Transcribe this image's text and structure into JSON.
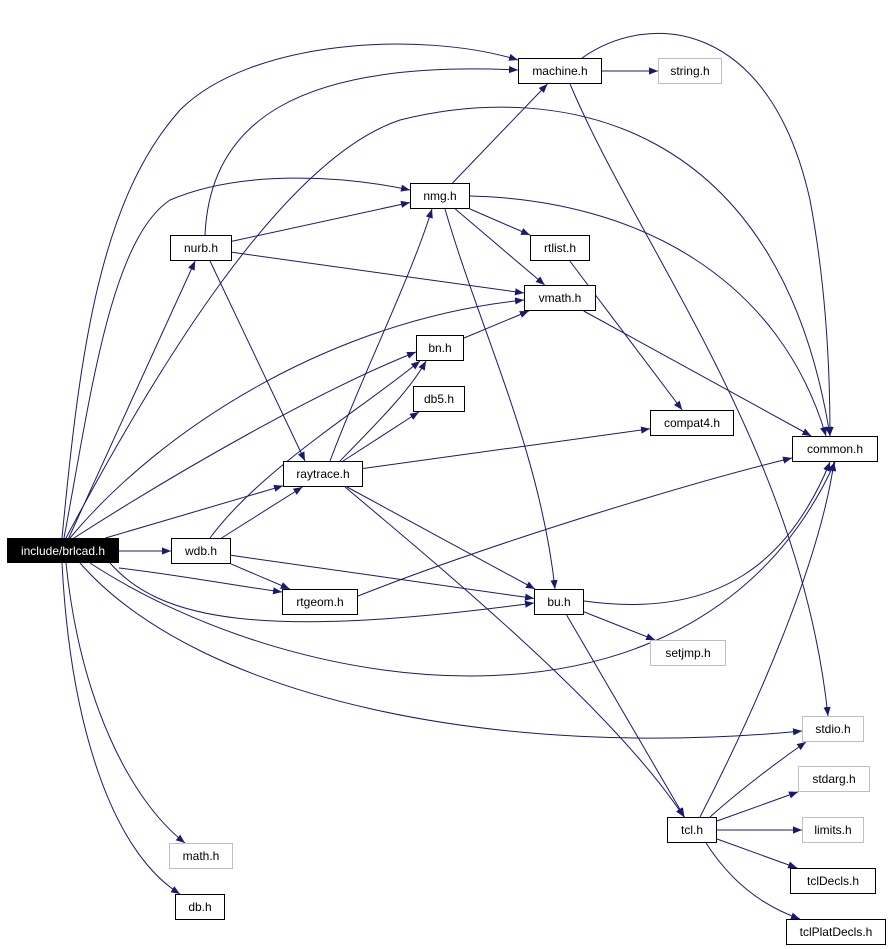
{
  "graph": {
    "edge_color": "#191970",
    "nodes": [
      {
        "id": "root",
        "label": "include/brlcad.h",
        "kind": "root"
      },
      {
        "id": "machine",
        "label": "machine.h",
        "kind": "file"
      },
      {
        "id": "string",
        "label": "string.h",
        "kind": "ext"
      },
      {
        "id": "nmg",
        "label": "nmg.h",
        "kind": "file"
      },
      {
        "id": "nurb",
        "label": "nurb.h",
        "kind": "file"
      },
      {
        "id": "rtlist",
        "label": "rtlist.h",
        "kind": "file"
      },
      {
        "id": "vmath",
        "label": "vmath.h",
        "kind": "file"
      },
      {
        "id": "bn",
        "label": "bn.h",
        "kind": "file"
      },
      {
        "id": "db5",
        "label": "db5.h",
        "kind": "file"
      },
      {
        "id": "compat4",
        "label": "compat4.h",
        "kind": "file"
      },
      {
        "id": "common",
        "label": "common.h",
        "kind": "file"
      },
      {
        "id": "raytrace",
        "label": "raytrace.h",
        "kind": "file"
      },
      {
        "id": "wdb",
        "label": "wdb.h",
        "kind": "file"
      },
      {
        "id": "rtgeom",
        "label": "rtgeom.h",
        "kind": "file"
      },
      {
        "id": "bu",
        "label": "bu.h",
        "kind": "file"
      },
      {
        "id": "setjmp",
        "label": "setjmp.h",
        "kind": "ext"
      },
      {
        "id": "stdio",
        "label": "stdio.h",
        "kind": "ext"
      },
      {
        "id": "stdarg",
        "label": "stdarg.h",
        "kind": "ext"
      },
      {
        "id": "tcl",
        "label": "tcl.h",
        "kind": "file"
      },
      {
        "id": "limits",
        "label": "limits.h",
        "kind": "ext"
      },
      {
        "id": "tclDecls",
        "label": "tclDecls.h",
        "kind": "file"
      },
      {
        "id": "tclPlatDecls",
        "label": "tclPlatDecls.h",
        "kind": "file"
      },
      {
        "id": "math",
        "label": "math.h",
        "kind": "ext"
      },
      {
        "id": "db",
        "label": "db.h",
        "kind": "file"
      }
    ],
    "edges": [
      [
        "root",
        "machine"
      ],
      [
        "root",
        "common"
      ],
      [
        "root",
        "nmg"
      ],
      [
        "root",
        "nurb"
      ],
      [
        "root",
        "vmath"
      ],
      [
        "root",
        "bn"
      ],
      [
        "root",
        "raytrace"
      ],
      [
        "root",
        "wdb"
      ],
      [
        "root",
        "rtgeom"
      ],
      [
        "root",
        "bu"
      ],
      [
        "root",
        "stdio"
      ],
      [
        "root",
        "math"
      ],
      [
        "root",
        "db"
      ],
      [
        "machine",
        "string"
      ],
      [
        "machine",
        "common"
      ],
      [
        "machine",
        "stdio"
      ],
      [
        "nmg",
        "machine"
      ],
      [
        "nmg",
        "common"
      ],
      [
        "nmg",
        "rtlist"
      ],
      [
        "nmg",
        "vmath"
      ],
      [
        "nmg",
        "bu"
      ],
      [
        "nurb",
        "machine"
      ],
      [
        "nurb",
        "nmg"
      ],
      [
        "nurb",
        "vmath"
      ],
      [
        "nurb",
        "raytrace"
      ],
      [
        "rtlist",
        "compat4"
      ],
      [
        "vmath",
        "common"
      ],
      [
        "bn",
        "vmath"
      ],
      [
        "raytrace",
        "nmg"
      ],
      [
        "raytrace",
        "bn"
      ],
      [
        "raytrace",
        "db5"
      ],
      [
        "raytrace",
        "compat4"
      ],
      [
        "raytrace",
        "bu"
      ],
      [
        "raytrace",
        "tcl"
      ],
      [
        "wdb",
        "bn"
      ],
      [
        "wdb",
        "raytrace"
      ],
      [
        "wdb",
        "rtgeom"
      ],
      [
        "wdb",
        "bu"
      ],
      [
        "rtgeom",
        "common"
      ],
      [
        "bu",
        "common"
      ],
      [
        "bu",
        "setjmp"
      ],
      [
        "bu",
        "tcl"
      ],
      [
        "tcl",
        "common"
      ],
      [
        "tcl",
        "stdio"
      ],
      [
        "tcl",
        "stdarg"
      ],
      [
        "tcl",
        "limits"
      ],
      [
        "tcl",
        "tclDecls"
      ],
      [
        "tcl",
        "tclPlatDecls"
      ]
    ]
  }
}
